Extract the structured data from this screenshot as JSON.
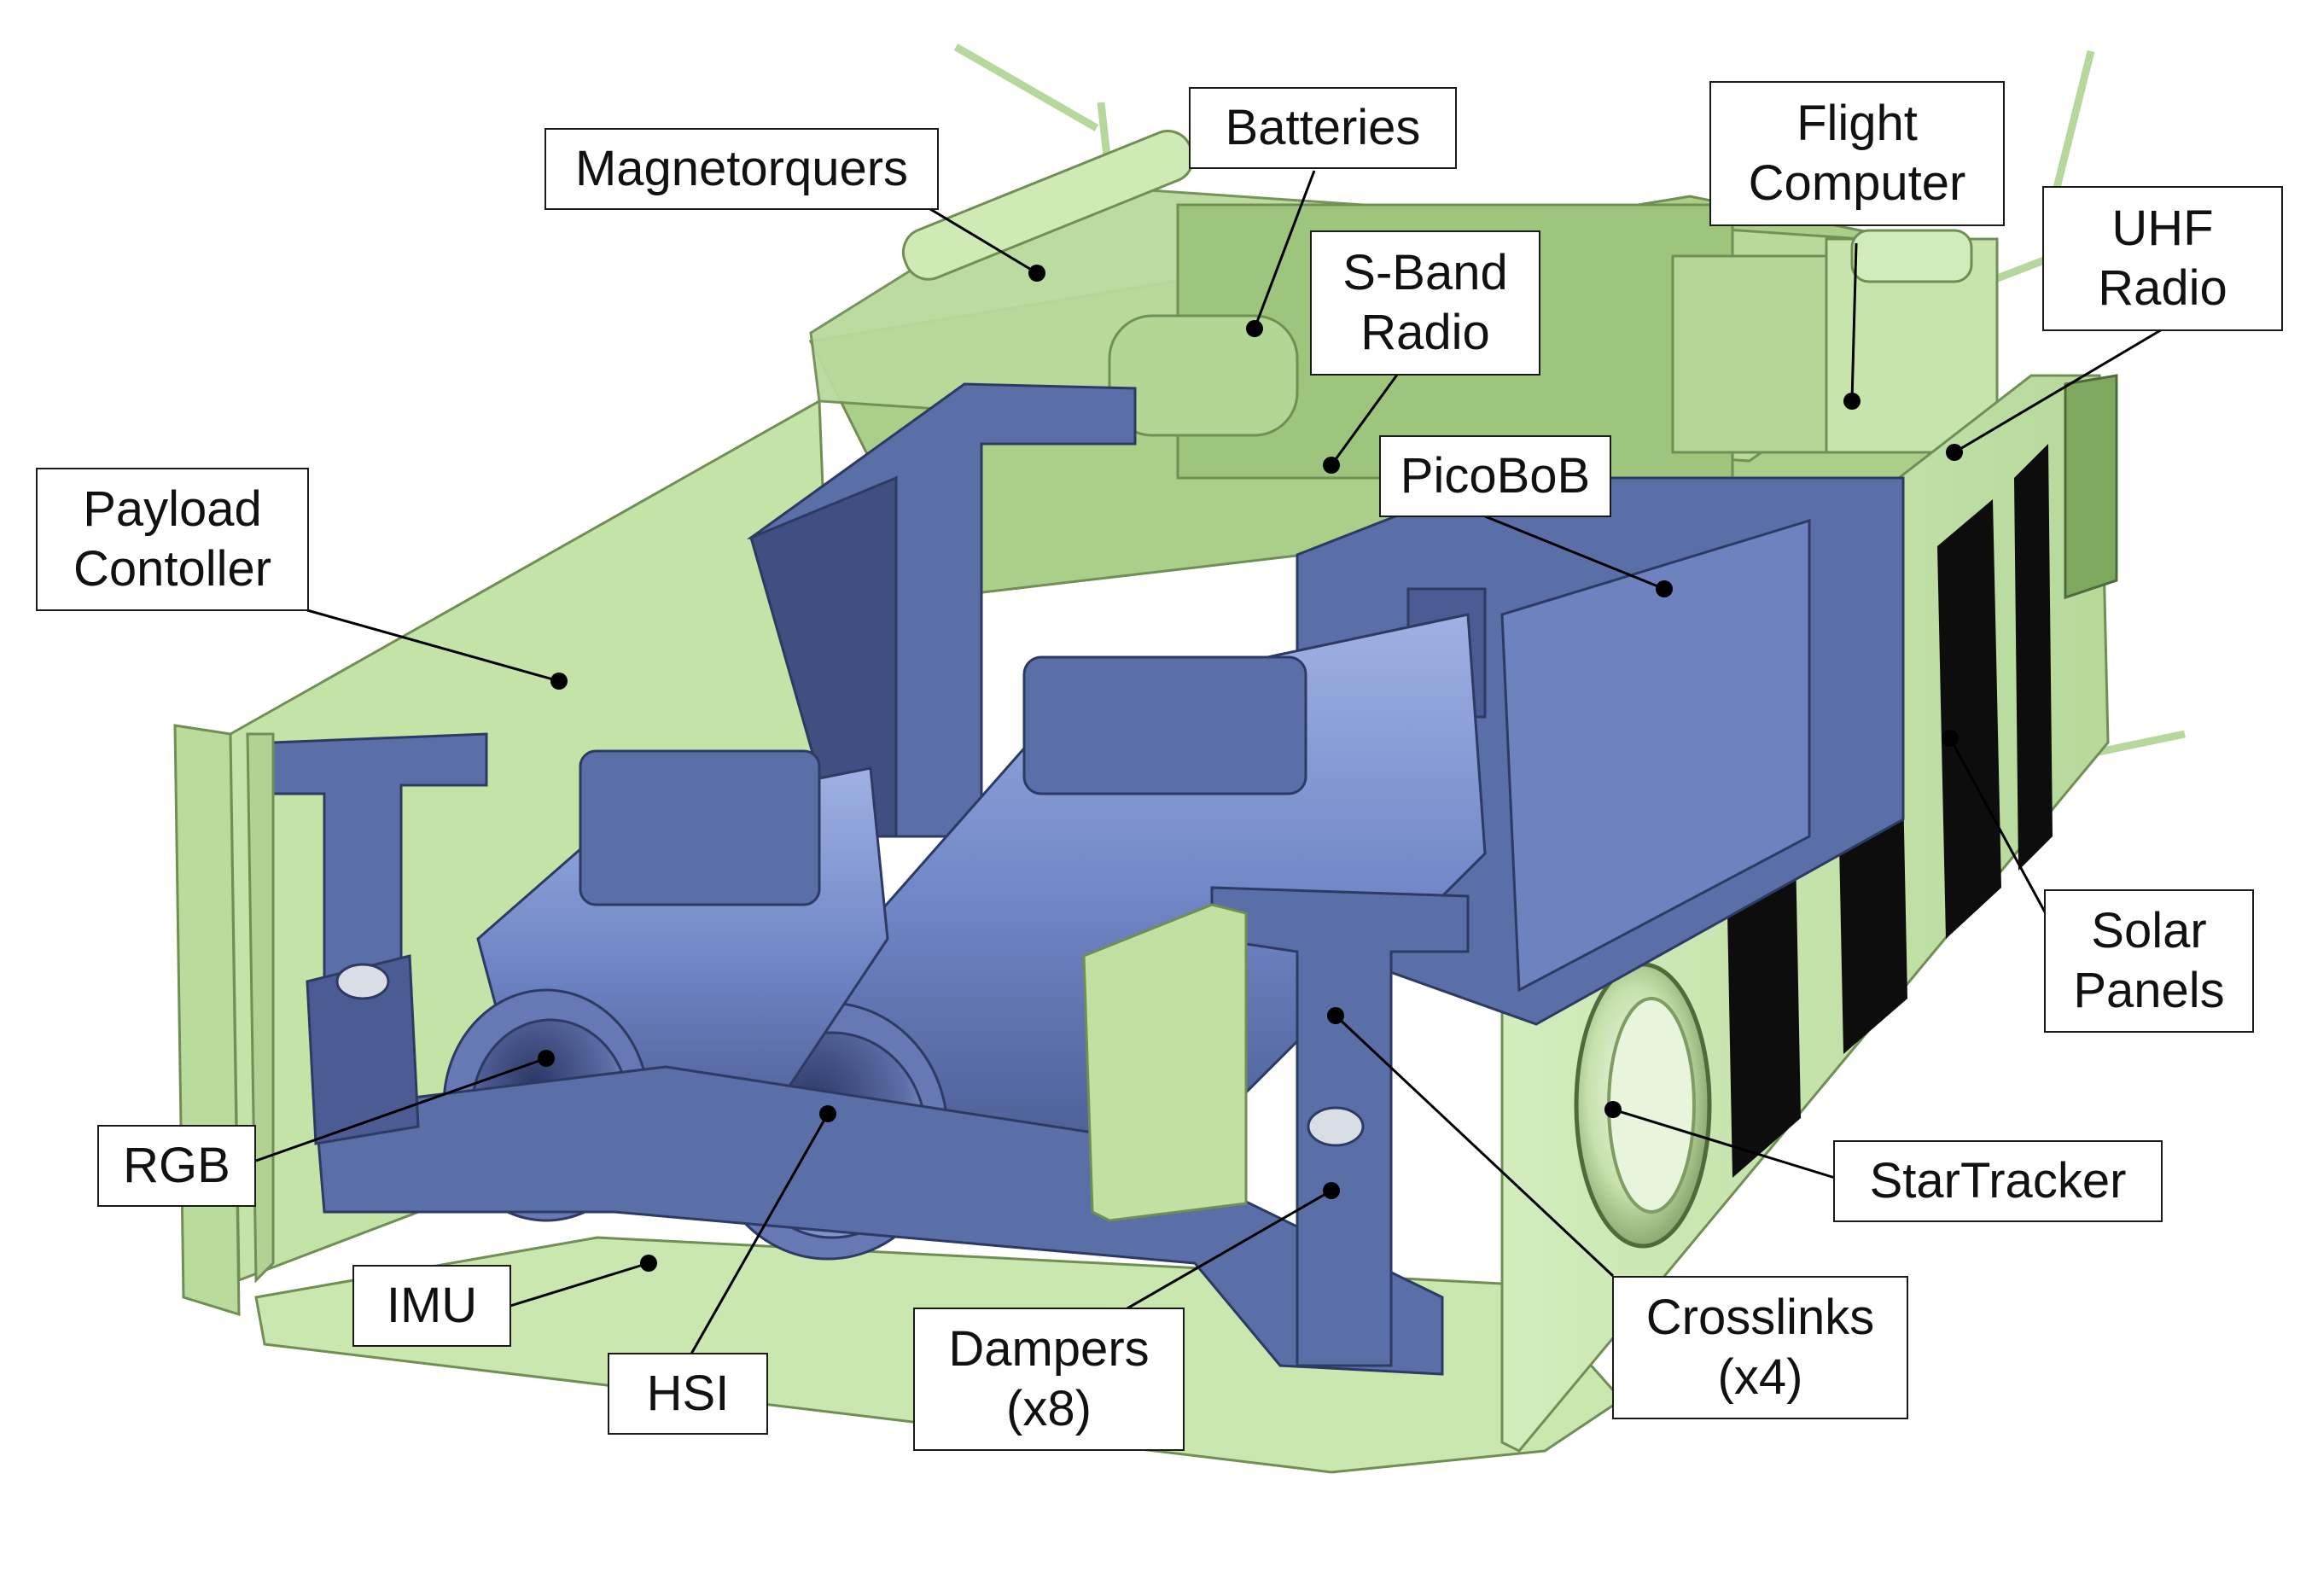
{
  "figure": {
    "colors": {
      "structure": "#c4e3a8",
      "structure_shade": "#a6cc85",
      "structure_dark": "#6f8f55",
      "payload": "#5a6fa8",
      "payload_light": "#8da0d6",
      "payload_dark": "#3f4f82",
      "solar_cell": "#0d0d0d",
      "leader_line": "#000000"
    },
    "labels": {
      "magnetorquers": "Magnetorquers",
      "batteries": "Batteries",
      "flight_computer": "Flight\nComputer",
      "uhf_radio": "UHF\nRadio",
      "sband_radio": "S-Band\nRadio",
      "picobob": "PicoBoB",
      "payload_controller": "Payload\nContoller",
      "solar_panels": "Solar\nPanels",
      "rgb": "RGB",
      "startracker": "StarTracker",
      "imu": "IMU",
      "crosslinks": "Crosslinks\n(x4)",
      "dampers": "Dampers\n(x8)",
      "hsi": "HSI"
    }
  }
}
